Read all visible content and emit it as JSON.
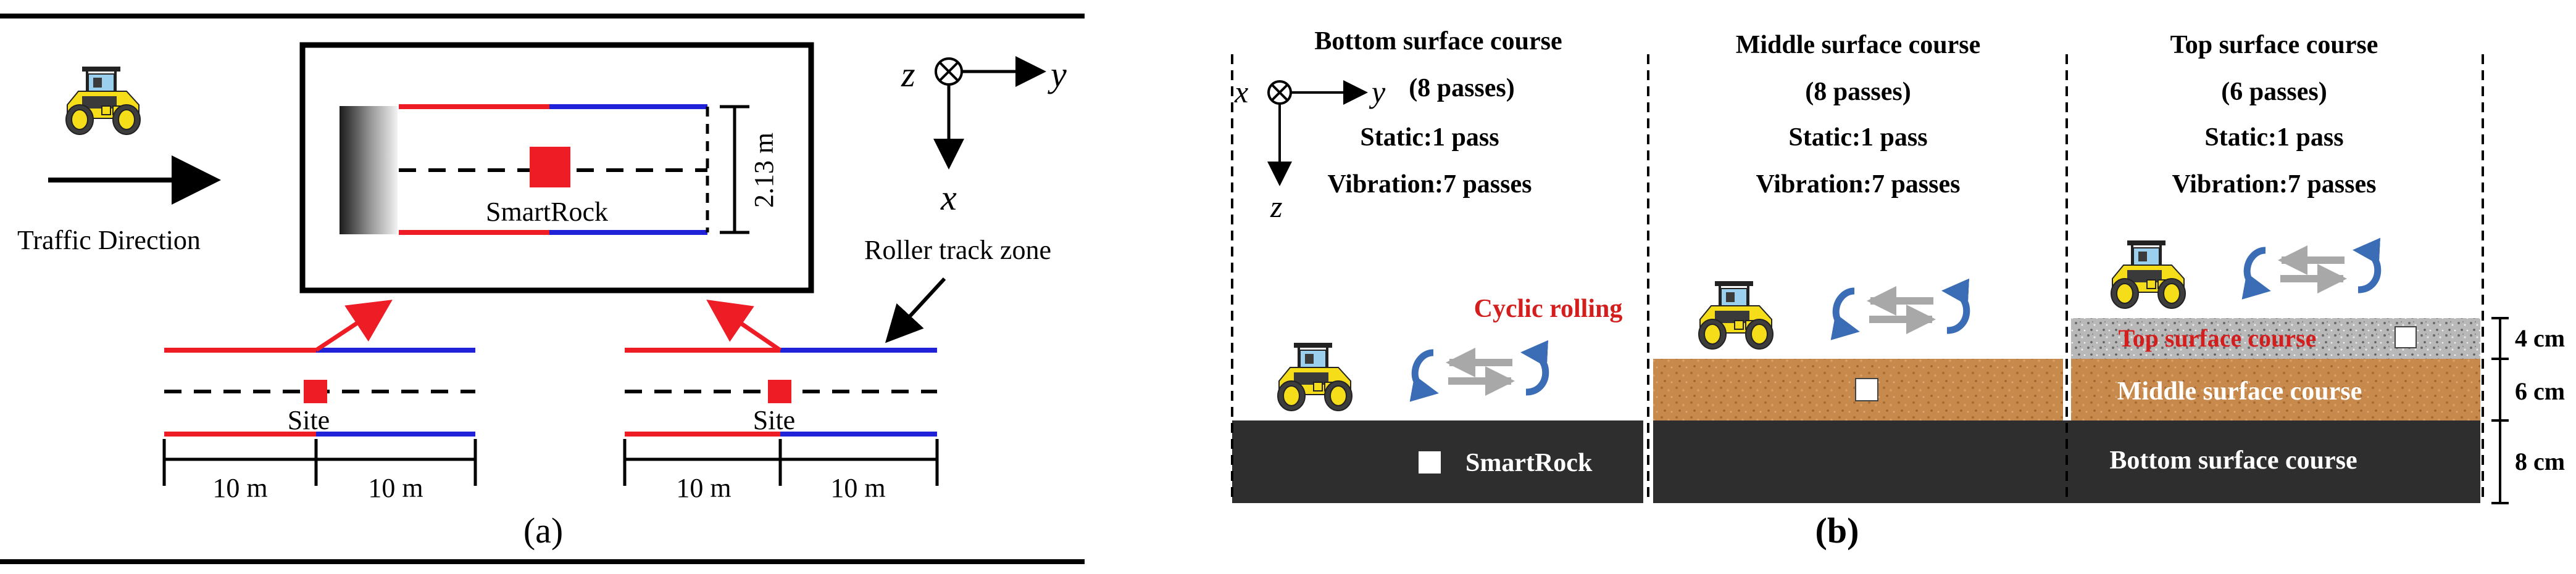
{
  "panel_a": {
    "traffic_direction": "Traffic Direction",
    "smartrock": "SmartRock",
    "width_dim": "2.13 m",
    "axis_z": "z",
    "axis_y": "y",
    "axis_x": "x",
    "roller_track_zone": "Roller track zone",
    "site_label": "Site",
    "dim_10m": "10 m",
    "caption": "(a)"
  },
  "panel_b": {
    "caption": "(b)",
    "axis_x": "x",
    "axis_y": "y",
    "axis_z": "z",
    "columns": [
      {
        "title": "Bottom surface course",
        "passes": "(8 passes)",
        "static": "Static:1 pass",
        "vibration": "Vibration:7 passes"
      },
      {
        "title": "Middle surface course",
        "passes": "(8 passes)",
        "static": "Static:1 pass",
        "vibration": "Vibration:7 passes"
      },
      {
        "title": "Top surface course",
        "passes": "(6 passes)",
        "static": "Static:1 pass",
        "vibration": "Vibration:7 passes"
      }
    ],
    "cyclic_rolling": "Cyclic rolling",
    "smartrock": "SmartRock",
    "layer_bottom": "Bottom surface course",
    "layer_middle": "Middle surface course",
    "layer_top": "Top surface course",
    "thickness_top": "4 cm",
    "thickness_middle": "6 cm",
    "thickness_bottom": "8 cm"
  },
  "colors": {
    "red": "#ee1c25",
    "blue": "#1f22d6",
    "roller_yellow": "#f5dd1a",
    "arrow_blue": "#3a6db5",
    "asphalt": "#2e2e2e",
    "middle_layer": "#c98a4d",
    "top_layer": "#b9b9b9",
    "label_red": "#d41e1e"
  }
}
